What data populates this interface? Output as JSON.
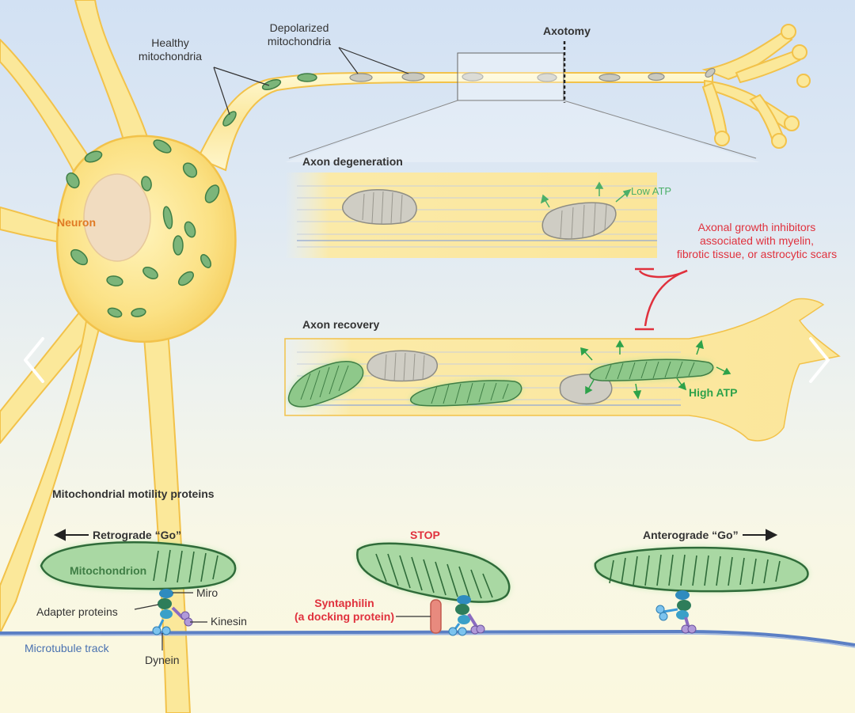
{
  "labels": {
    "healthy_mito": "Healthy\nmitochondria",
    "depolarized_mito": "Depolarized\nmitochondria",
    "axotomy": "Axotomy",
    "neuron": "Neuron",
    "axon_degeneration": "Axon degeneration",
    "low_atp": "Low ATP",
    "inhibitors": "Axonal growth inhibitors\nassociated with myelin,\nfibrotic tissue, or astrocytic scars",
    "axon_recovery": "Axon recovery",
    "high_atp": "High ATP",
    "motility_title": "Mitochondrial motility proteins",
    "retrograde": "Retrograde “Go”",
    "stop": "STOP",
    "anterograde": "Anterograde “Go”",
    "mitochondrion": "Mitochondrion",
    "miro": "Miro",
    "adapter": "Adapter proteins",
    "kinesin": "Kinesin",
    "dynein": "Dynein",
    "syntaphilin": "Syntaphilin\n(a docking protein)",
    "microtubule": "Microtubule track"
  },
  "colors": {
    "neuron_fill": "#fbe89a",
    "neuron_outline": "#f2c24a",
    "nucleus": "#f1dcc0",
    "healthy_mito": "#5f9e62",
    "depolarized_mito": "#b9b9b0",
    "accent_red": "#e0313d",
    "accent_green": "#2ea24a",
    "microtubule": "#5b7fc4",
    "miro": "#2f8bbf",
    "adapter": "#2e7d5a",
    "kinesin": "#8b6cc0",
    "dynein": "#3a9ad9",
    "syntaphilin": "#e88a7e"
  },
  "nav": {
    "prev_icon": "chevron-left-icon",
    "next_icon": "chevron-right-icon"
  }
}
